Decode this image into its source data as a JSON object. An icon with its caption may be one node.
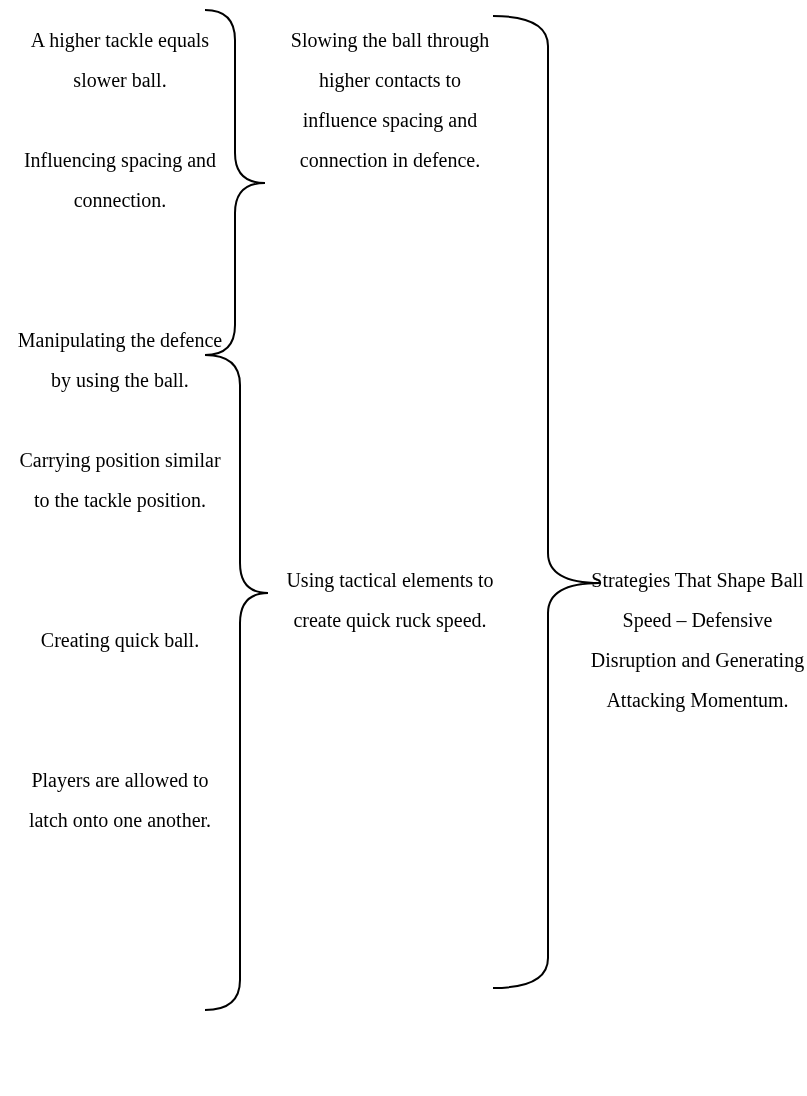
{
  "diagram": {
    "labels": [
      "A higher tackle equals slower ball.",
      "Influencing spacing and connection.",
      "Slowing the ball through higher contacts to influence spacing and connection in defence.",
      "Manipulating the defence by using the ball.",
      "Carrying position similar to the tackle position.",
      "Strategies That Shape Ball Speed – Defensive Disruption and Generating Attacking Momentum.",
      "Using tactical elements to create quick ruck speed.",
      "Creating quick ball.",
      "Players are allowed to latch onto one another."
    ]
  }
}
